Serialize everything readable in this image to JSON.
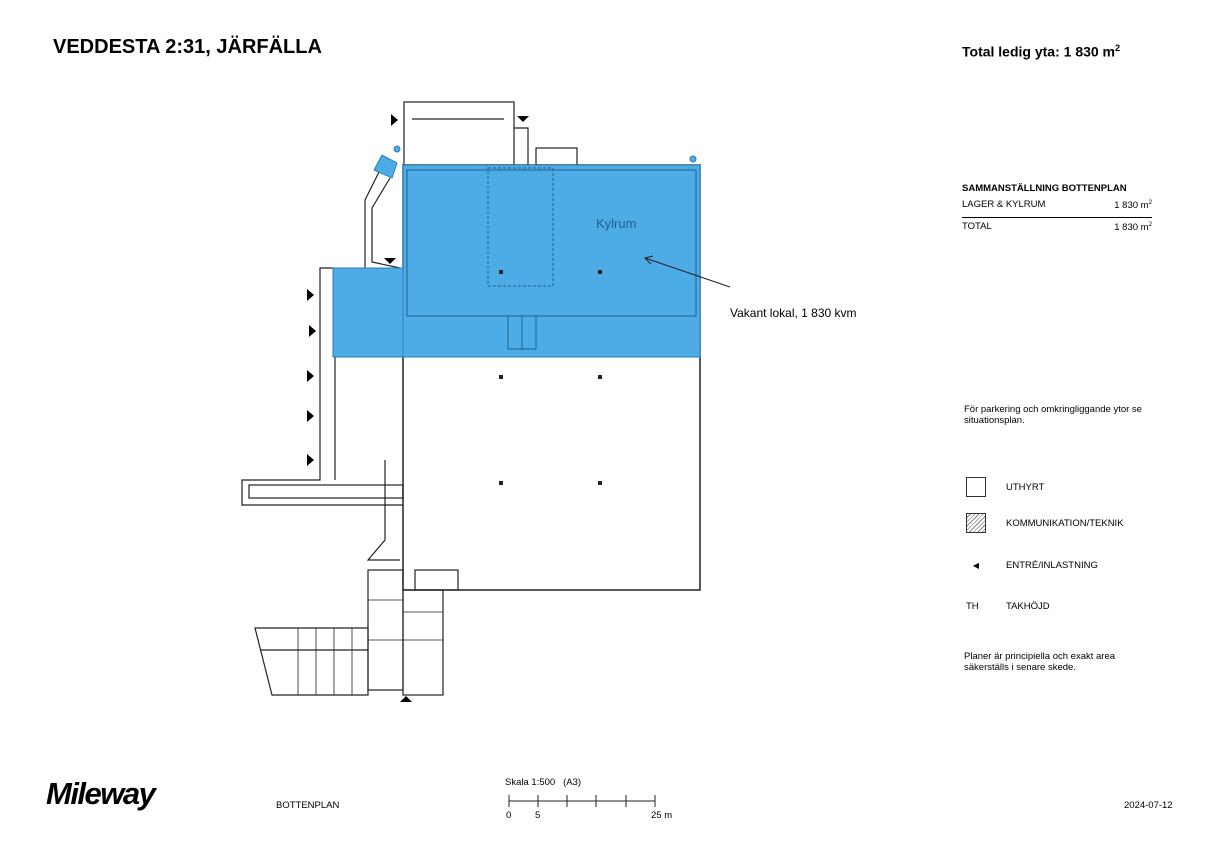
{
  "header": {
    "title": "VEDDESTA 2:31, JÄRFÄLLA",
    "total_label": "Total ledig yta: 1 830 m",
    "total_unit_sup": "2"
  },
  "plan": {
    "room_label": "Kylrum",
    "callout": "Vakant lokal, 1 830 kvm",
    "highlight_color": "#4DACE6"
  },
  "summary": {
    "heading": "SAMMANSTÄLLNING BOTTENPLAN",
    "rows": [
      {
        "label": "LAGER & KYLRUM",
        "value": "1 830 m",
        "sup": "2"
      }
    ],
    "total": {
      "label": "TOTAL",
      "value": "1 830 m",
      "sup": "2"
    }
  },
  "notes": {
    "parking": "För parkering och omkringliggande ytor se situationsplan.",
    "disclaimer": "Planer är principiella och exakt area säkerställs i senare skede."
  },
  "legend": [
    {
      "symbol": "",
      "label": "UTHYRT",
      "icon": "empty-square"
    },
    {
      "symbol": "",
      "label": "KOMMUNIKATION/TEKNIK",
      "icon": "hatched-square"
    },
    {
      "symbol": "◀",
      "label": "ENTRÉ/INLASTNING",
      "icon": "triangle"
    },
    {
      "symbol": "TH",
      "label": "TAKHÖJD",
      "icon": "text"
    }
  ],
  "footer": {
    "logo": "Mileway",
    "plan_name": "BOTTENPLAN",
    "scale_label": "Skala 1:500",
    "paper": "(A3)",
    "scale_ticks": [
      "0",
      "5",
      "25 m"
    ],
    "date": "2024-07-12"
  }
}
